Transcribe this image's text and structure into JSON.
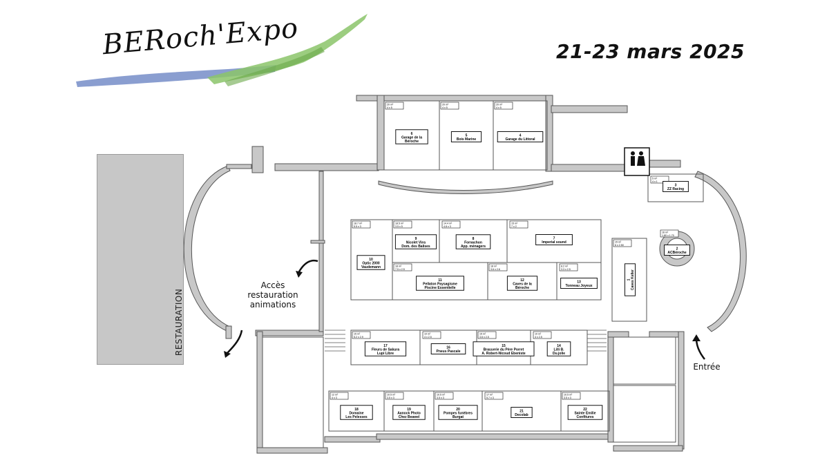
{
  "header": {
    "logo_text": "BERoch'Expo",
    "date": "21-23 mars 2025"
  },
  "labels": {
    "restauration": "RESTAURATION",
    "acces_line1": "Accès",
    "acces_line2": "restauration",
    "acces_line3": "animations",
    "entree": "Entrée"
  },
  "colors": {
    "wall": "#c8c8c8",
    "wall_stroke": "#555555",
    "logo_blue": "#6d86c4",
    "logo_green": "#8bc46a"
  },
  "icons": {
    "toilets": "toilets-icon",
    "arrows": "curved-arrow-icon"
  },
  "stands": [
    {
      "num": "6",
      "name1": "Garage de la",
      "name2": "Béroche",
      "area": "20 m²",
      "dims": "4 x 5"
    },
    {
      "num": "5",
      "name1": "Bois Marine",
      "name2": "",
      "area": "20 m²",
      "dims": "4 x 5"
    },
    {
      "num": "4",
      "name1": "Garage du Littoral",
      "name2": "",
      "area": "20 m²",
      "dims": "4 x 5"
    },
    {
      "num": "3",
      "name1": "ZZ Racing",
      "name2": "",
      "area": "5 m²",
      "dims": "4 x 1"
    },
    {
      "num": "2",
      "name1": "ACBéroche",
      "name2": "",
      "area": "16 m²",
      "dims": "1.80 x 1.70"
    },
    {
      "num": "1",
      "name1": "Caves Keller",
      "name2": "",
      "area": "15 m²",
      "dims": "6 x 2.50"
    },
    {
      "num": "10",
      "name1": "Optic 2000",
      "name2": "Vaudemann",
      "area": "18.7 m²",
      "dims": "5.5 x 3"
    },
    {
      "num": "9",
      "name1": "Nicolet Vins",
      "name2": "Dom. des Balises",
      "area": "18.5 m²",
      "dims": "3.5 x 5"
    },
    {
      "num": "8",
      "name1": "Fornachon",
      "name2": "App. ménagers",
      "area": "14.4 m²",
      "dims": "4.8 x 3"
    },
    {
      "num": "7",
      "name1": "Imperial sound",
      "name2": "",
      "area": "15 m²",
      "dims": "7 x 2"
    },
    {
      "num": "11",
      "name1": "Pellaton Paysagisme",
      "name2": "Piscine Essentielle",
      "area": "18 m²",
      "dims": "7.5 x 2.5"
    },
    {
      "num": "12",
      "name1": "Caves de la",
      "name2": "Béroche",
      "area": "18 m²",
      "dims": "3.6 x 2.6"
    },
    {
      "num": "13",
      "name1": "Tonneau Joyeux",
      "name2": "",
      "area": "8.2 m²",
      "dims": "3.3 x 2.5"
    },
    {
      "num": "17",
      "name1": "Fleurs de Sakura",
      "name2": "Lupi Libre",
      "area": "15 m²",
      "dims": "5.2 x 2.9"
    },
    {
      "num": "16",
      "name1": "Pneus Pascale",
      "name2": "",
      "area": "10 m²",
      "dims": "4 x 2.5"
    },
    {
      "num": "15",
      "name1": "Brasserie du Père Porret",
      "name2": "A. Robert-Nicoud Ebeniste",
      "area": "15 m²",
      "dims": "3.6 x 2.5"
    },
    {
      "num": "14",
      "name1": "Lilli B.",
      "name2": "Du.jolie",
      "area": "10 m²",
      "dims": "4 x 2.5"
    },
    {
      "num": "18",
      "name1": "Domaine",
      "name2": "Les Pelesses",
      "area": "12 m²",
      "dims": "4 x 3"
    },
    {
      "num": "19",
      "name1": "Aanock Photo",
      "name2": "Chez Beawel",
      "area": "10.5 m²",
      "dims": "3.5 x 3"
    },
    {
      "num": "20",
      "name1": "Pompes funèbres",
      "name2": "Burgat",
      "area": "10.5 m²",
      "dims": "3.5 x 3"
    },
    {
      "num": "21",
      "name1": "Decolab",
      "name2": "",
      "area": "17 m²",
      "dims": "5.7 x 3"
    },
    {
      "num": "22",
      "name1": "Sainte Emilie",
      "name2": "Confitures",
      "area": "10.5 m²",
      "dims": "3.5 x 3"
    }
  ]
}
